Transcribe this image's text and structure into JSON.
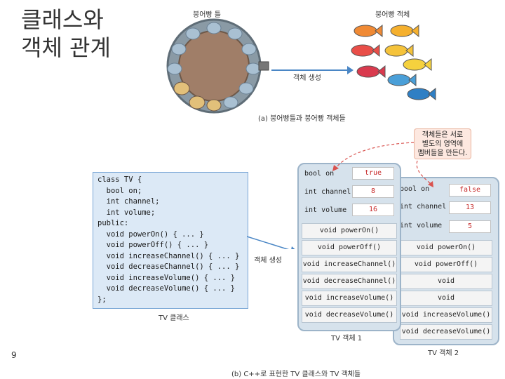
{
  "title_lines": [
    "클래스와",
    "객체 관계"
  ],
  "fig_a": {
    "mold_label": "붕어빵 틀",
    "objects_label": "붕어빵 객체",
    "arrow_label": "객체 생성",
    "caption": "(a) 붕어빵틀과 붕어빵 객체들"
  },
  "code": {
    "lines": [
      "class TV {",
      "  bool on;",
      "  int channel;",
      "  int volume;",
      "public:",
      "  void powerOn() { ... }",
      "  void powerOff() { ... }",
      "  void increaseChannel() { ... }",
      "  void decreaseChannel() { ... }",
      "  void increaseVolume() { ... }",
      "  void decreaseVolume() { ... }",
      "};"
    ],
    "label": "TV 클래스"
  },
  "fig_b_arrow_label": "객체 생성",
  "bubble_lines": [
    "객체들은 서로",
    "별도의 영역에",
    "멤버들을 만든다."
  ],
  "obj1": {
    "fields": [
      {
        "name": "bool on",
        "value": "true"
      },
      {
        "name": "int channel",
        "value": "8"
      },
      {
        "name": "int volume",
        "value": "16"
      }
    ],
    "methods": [
      "void powerOn()",
      "void powerOff()",
      "void increaseChannel()",
      "void decreaseChannel()",
      "void increaseVolume()",
      "void decreaseVolume()"
    ],
    "label": "TV 객체 1"
  },
  "obj2": {
    "fields": [
      {
        "name": "bool on",
        "value": "false"
      },
      {
        "name": "int channel",
        "value": "13"
      },
      {
        "name": "int volume",
        "value": "5"
      }
    ],
    "methods": [
      "void powerOn()",
      "void powerOff()",
      "void increaseChannel()",
      "void decreaseChannel()",
      "void increaseVolume()",
      "void decreaseVolume()"
    ],
    "label": "TV 객체 2"
  },
  "caption_b": "(b) C++로 표현한 TV 클래스와 TV 객체들",
  "page_number": "9",
  "colors": {
    "code_bg": "#dce9f6",
    "object_bg": "#d6e2ec",
    "value_red": "#c62828",
    "bubble_bg": "#fde8e0"
  }
}
